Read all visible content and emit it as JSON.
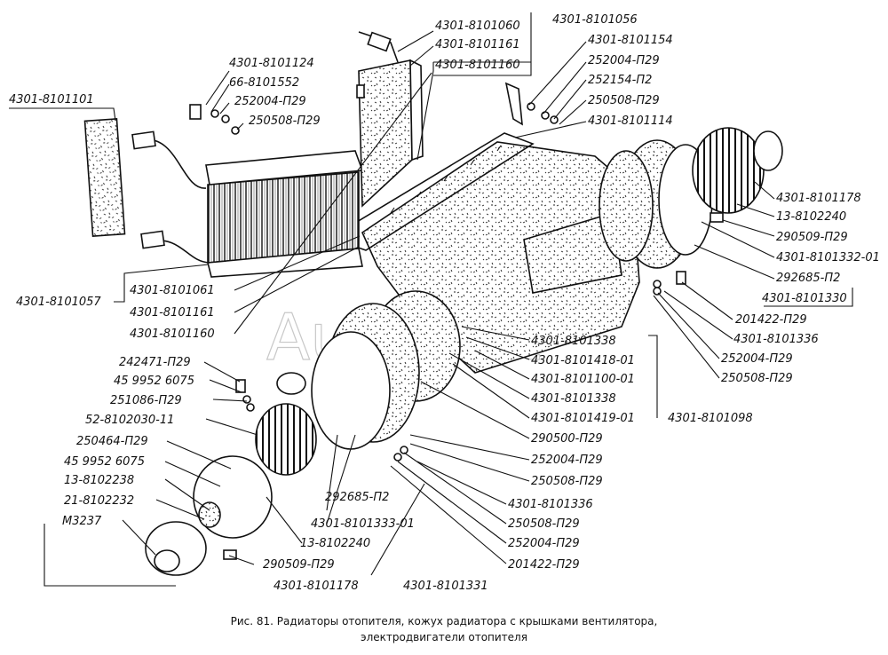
{
  "labels": {
    "l01": "4301-8101101",
    "l02": "4301-8101124",
    "l03": "66-8101552",
    "l04": "252004-П29",
    "l05": "250508-П29",
    "l06": "4301-8101060",
    "l07": "4301-8101161",
    "l08": "4301-8101160",
    "l09": "4301-8101056",
    "l10": "4301-8101154",
    "l11": "252004-П29",
    "l12": "252154-П2",
    "l13": "250508-П29",
    "l14": "4301-8101114",
    "l15": "4301-8101178",
    "l16": "13-8102240",
    "l17": "290509-П29",
    "l18": "4301-8101332-01",
    "l19": "292685-П2",
    "l20": "4301-8101330",
    "l21": "4301-8101057",
    "l22": "4301-8101061",
    "l23": "4301-8101161",
    "l24": "4301-8101160",
    "l25": "201422-П29",
    "l26": "4301-8101336",
    "l27": "252004-П29",
    "l28": "250508-П29",
    "l29": "4301-8101338",
    "l30": "4301-8101418-01",
    "l31": "4301-8101100-01",
    "l32": "4301-8101338",
    "l33": "4301-8101419-01",
    "l34": "4301-8101098",
    "l35": "290500-П29",
    "l36": "252004-П29",
    "l37": "250508-П29",
    "l38": "242471-П29",
    "l39": "45 9952 6075",
    "l40": "251086-П29",
    "l41": "52-8102030-11",
    "l42": "250464-П29",
    "l43": "45 9952 6075",
    "l44": "13-8102238",
    "l45": "21-8102232",
    "l46": "М3237",
    "l47": "292685-П2",
    "l48": "4301-8101333-01",
    "l49": "13-8102240",
    "l50": "290509-П29",
    "l51": "4301-8101178",
    "l52": "4301-8101331",
    "l53": "4301-8101336",
    "l54": "250508-П29",
    "l55": "252004-П29",
    "l56": "201422-П29"
  },
  "caption": {
    "line1": "Рис. 81. Радиаторы отопителя, кожух радиатора с крышками вентилятора,",
    "line2": "электродвигатели отопителя"
  },
  "watermark": "AutoSoft"
}
